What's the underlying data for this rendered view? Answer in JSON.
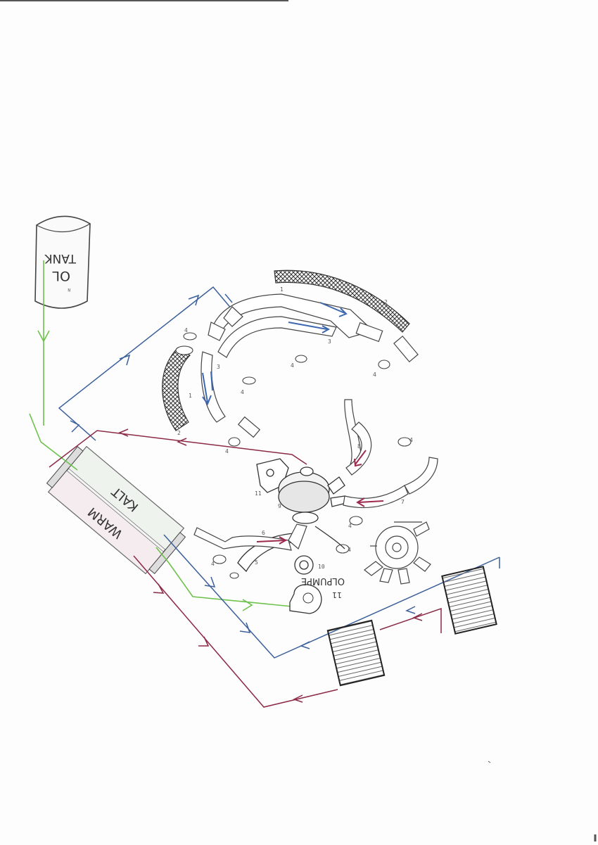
{
  "diagram": {
    "tank": {
      "line1": "TANK",
      "line2": "OL",
      "small_label": "N"
    },
    "exchanger": {
      "cold_label": "KALT",
      "warm_label": "WARM"
    },
    "oil_pump": {
      "label": "OLPUMPE",
      "number": "11"
    },
    "parts": {
      "hose_braided": "2",
      "n1": "1",
      "n3": "3",
      "n4": "4",
      "n5": "5",
      "n6": "6",
      "n7": "7",
      "n8": "8",
      "n9": "9",
      "n10": "10",
      "n11": "11"
    },
    "colors": {
      "feed_line": "#6cc24a",
      "return_line": "#3b5f9a",
      "supply_line": "#8b2a46"
    }
  }
}
